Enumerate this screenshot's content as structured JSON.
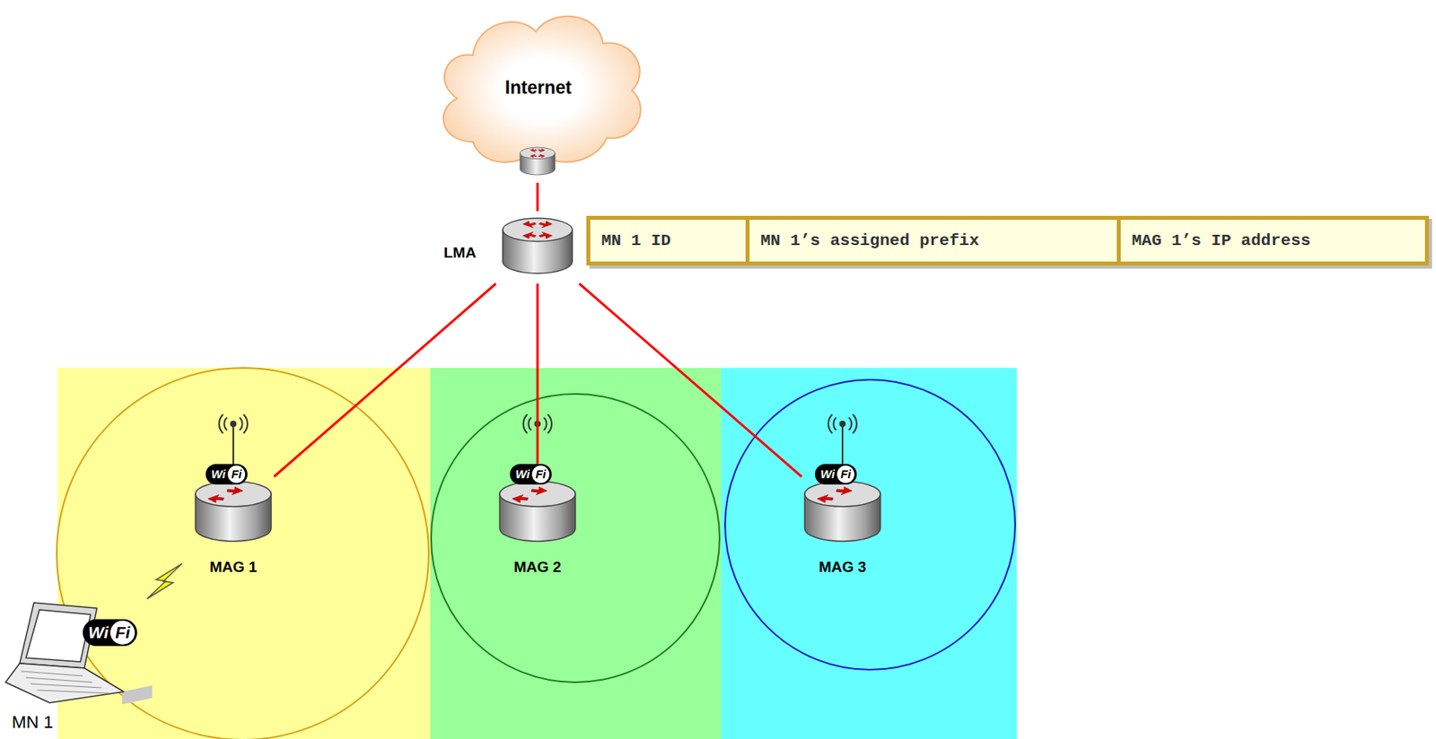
{
  "diagram": {
    "nodes": [
      {
        "text": [
          "Internet"
        ]
      },
      {
        "text": [
          "LMA"
        ]
      },
      {
        "text": [
          "MAG 1"
        ]
      },
      {
        "text": [
          "MAG 2"
        ]
      },
      {
        "text": [
          "MAG 3"
        ]
      },
      {
        "text": [
          "MN 1"
        ]
      }
    ],
    "edges": [
      {
        "from": 0,
        "to": 1,
        "arrow": "none"
      },
      {
        "from": 1,
        "to": 2,
        "arrow": "none"
      },
      {
        "from": 1,
        "to": 3,
        "arrow": "none"
      },
      {
        "from": 1,
        "to": 4,
        "arrow": "none"
      },
      {
        "from": 2,
        "to": 5,
        "arrow": "none"
      }
    ],
    "labels": [
      "MN 1 ID",
      "MN 1’s assigned prefix",
      "MAG 1’s IP address",
      "Wi",
      "Fi",
      "Wi",
      "Fi",
      "Wi",
      "Fi",
      "Wi",
      "Fi"
    ]
  }
}
